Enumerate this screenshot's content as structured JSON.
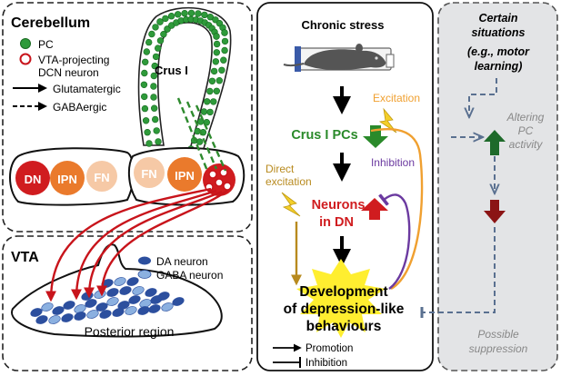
{
  "cerebellum": {
    "title": "Cerebellum",
    "crus_label": "Crus I",
    "nuclei": {
      "dn": "DN",
      "ipn": "IPN",
      "fn": "FN"
    },
    "legend": {
      "pc": "PC",
      "vta_projecting_line1": "VTA-projecting",
      "vta_projecting_line2": "DCN neuron",
      "glutamatergic": "Glutamatergic",
      "gabaergic": "GABAergic"
    }
  },
  "vta": {
    "title": "VTA",
    "da_neuron": "DA neuron",
    "gaba_neuron": "GABA neuron",
    "region": "Posterior region"
  },
  "stress": {
    "title": "Chronic stress",
    "crus_pcs": "Crus I PCs",
    "neurons_line1": "Neurons",
    "neurons_line2": "in DN",
    "direct_line1": "Direct",
    "direct_line2": "excitation",
    "excitation": "Excitation",
    "inhibition": "Inhibition",
    "outcome_line1": "Development",
    "outcome_line2": "of depression-like",
    "outcome_line3": "behaviours",
    "legend_promotion": "Promotion",
    "legend_inhibition": "Inhibition"
  },
  "situations": {
    "line1": "Certain",
    "line2": "situations",
    "line3": "(e.g., motor",
    "line4": "learning)",
    "altering_line1": "Altering",
    "altering_line2": "PC",
    "altering_line3": "activity",
    "possible_line1": "Possible",
    "possible_line2": "suppression"
  },
  "colors": {
    "pc_green": "#2e9a3a",
    "arrow_green": "#2a8a2a",
    "dcn_red": "#c8141b",
    "dn_red": "#d01c1f",
    "ipn_orange": "#ea7a2c",
    "fn_peach": "#f6c9a6",
    "orange_path": "#f0a030",
    "purple_path": "#6b3aa0",
    "olive_path": "#b88a1e",
    "da_dark_blue": "#2c4f9e",
    "gaba_light_blue": "#8bb0e0",
    "gray_panel": "#e3e4e6",
    "dark_red": "#8b1414",
    "dark_green": "#1e6a2a",
    "dashed_blue": "#5a7090"
  }
}
